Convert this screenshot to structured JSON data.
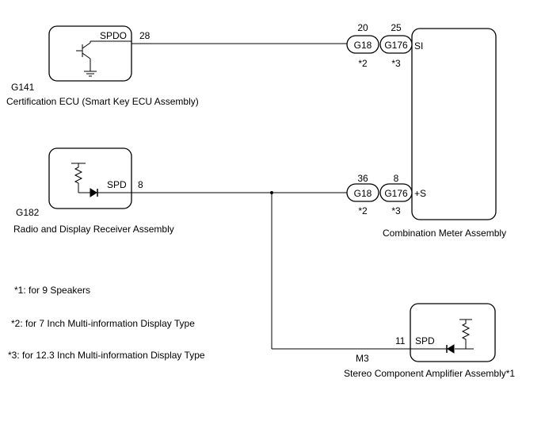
{
  "certification_ecu": {
    "code": "G141",
    "name": "Certification ECU (Smart Key ECU Assembly)",
    "pin_name": "SPDO",
    "pin_number": "28"
  },
  "radio_receiver": {
    "code": "G182",
    "name": "Radio and Display Receiver Assembly",
    "pin_name": "SPD",
    "pin_number": "8"
  },
  "combination_meter": {
    "name": "Combination Meter Assembly",
    "pin_si": "SI",
    "pin_plus_s": "+S"
  },
  "amplifier": {
    "code": "M3",
    "name": "Stereo Component Amplifier Assembly*1",
    "pin_name": "SPD",
    "pin_number": "11"
  },
  "connectors": {
    "top": {
      "left": {
        "label": "G18",
        "pin": "20",
        "note": "*2"
      },
      "right": {
        "label": "G176",
        "pin": "25",
        "note": "*3"
      }
    },
    "bottom": {
      "left": {
        "label": "G18",
        "pin": "36",
        "note": "*2"
      },
      "right": {
        "label": "G176",
        "pin": "8",
        "note": "*3"
      }
    }
  },
  "notes": [
    "*1: for 9 Speakers",
    "*2: for 7 Inch Multi-information Display Type",
    "*3: for 12.3 Inch Multi-information Display Type"
  ]
}
